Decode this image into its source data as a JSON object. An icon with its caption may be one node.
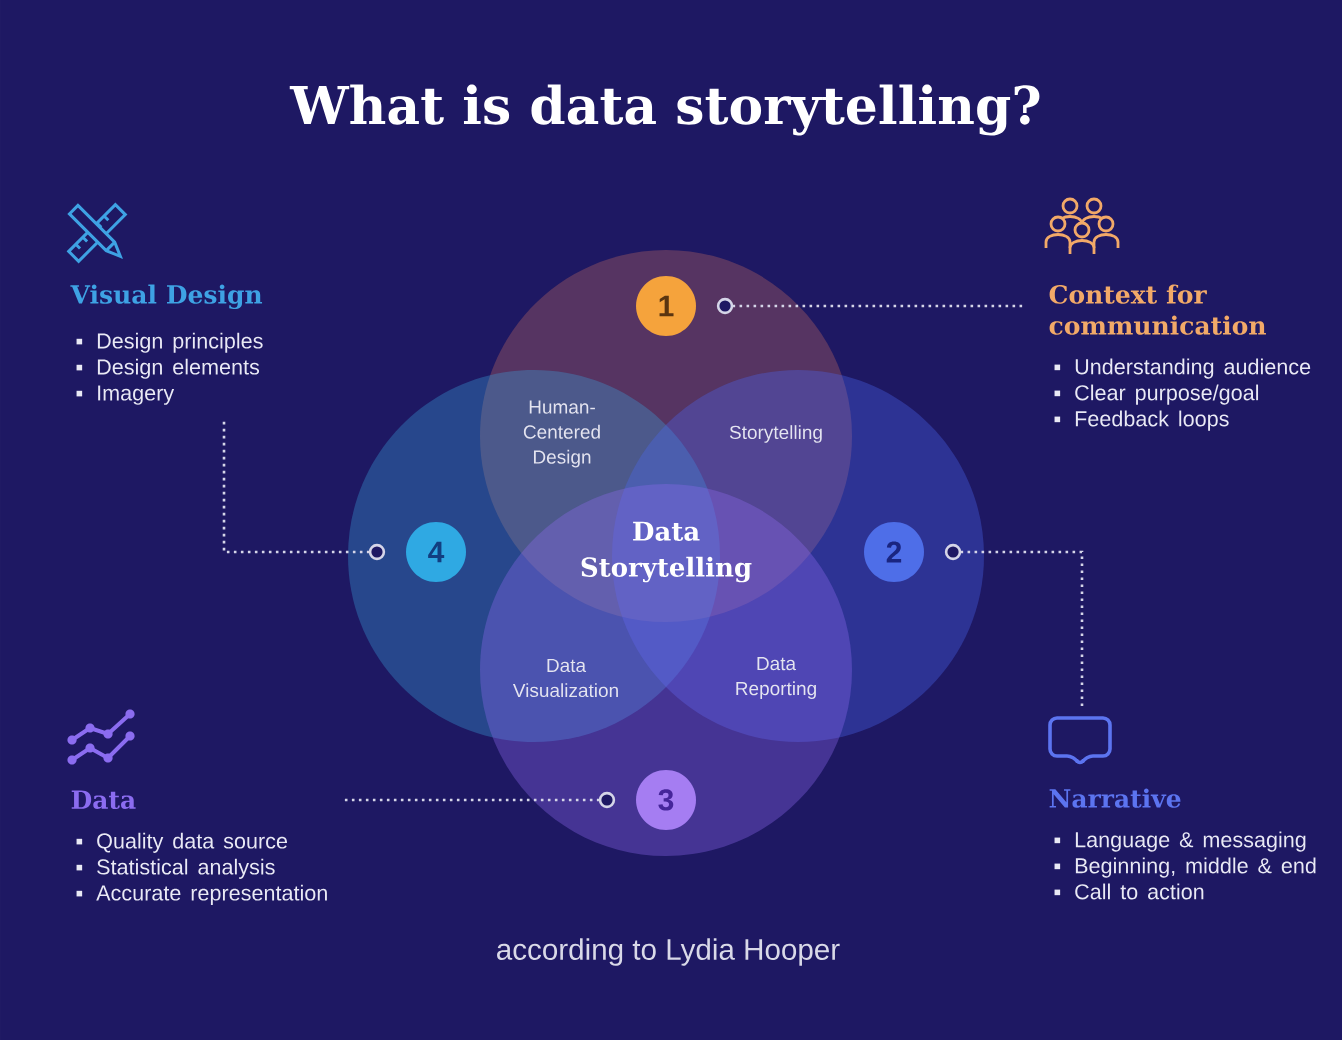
{
  "diagram": {
    "title": "What is data storytelling?",
    "caption": "according to Lydia Hooper",
    "nodes": [
      {
        "text": [
          "Visual Design",
          "Design principles",
          "Design elements",
          "Imagery"
        ]
      },
      {
        "text": [
          "Context for communication",
          "Understanding audience",
          "Clear purpose/goal",
          "Feedback loops"
        ]
      },
      {
        "text": [],
        "shape": "circle"
      },
      {
        "text": [
          "1"
        ],
        "in": 2
      },
      {
        "text": [],
        "shape": "circle"
      },
      {
        "text": [
          "4"
        ],
        "in": 4
      },
      {
        "text": [],
        "shape": "circle"
      },
      {
        "text": [
          "2"
        ],
        "in": 6
      },
      {
        "text": [],
        "shape": "circle"
      },
      {
        "text": [
          "3"
        ],
        "in": 8
      },
      {
        "text": [
          "Data",
          "Quality data source",
          "Statistical analysis",
          "Accurate representation"
        ]
      },
      {
        "text": [
          "Narrative",
          "Language & messaging",
          "Beginning, middle & end",
          "Call to action"
        ]
      }
    ],
    "edges": [
      {
        "from": 3,
        "to": 1,
        "arrow": "other",
        "style": "dashed"
      },
      {
        "from": 5,
        "to": 0,
        "arrow": "other",
        "style": "dashed"
      },
      {
        "from": 7,
        "to": 11,
        "arrow": "other",
        "style": "dashed"
      },
      {
        "from": 9,
        "to": 10,
        "arrow": "other",
        "style": "dashed"
      }
    ],
    "labels": [
      "Human- Centered Design",
      "Storytelling",
      "Data Storytelling",
      "Data Visualization",
      "Data Reporting"
    ]
  }
}
